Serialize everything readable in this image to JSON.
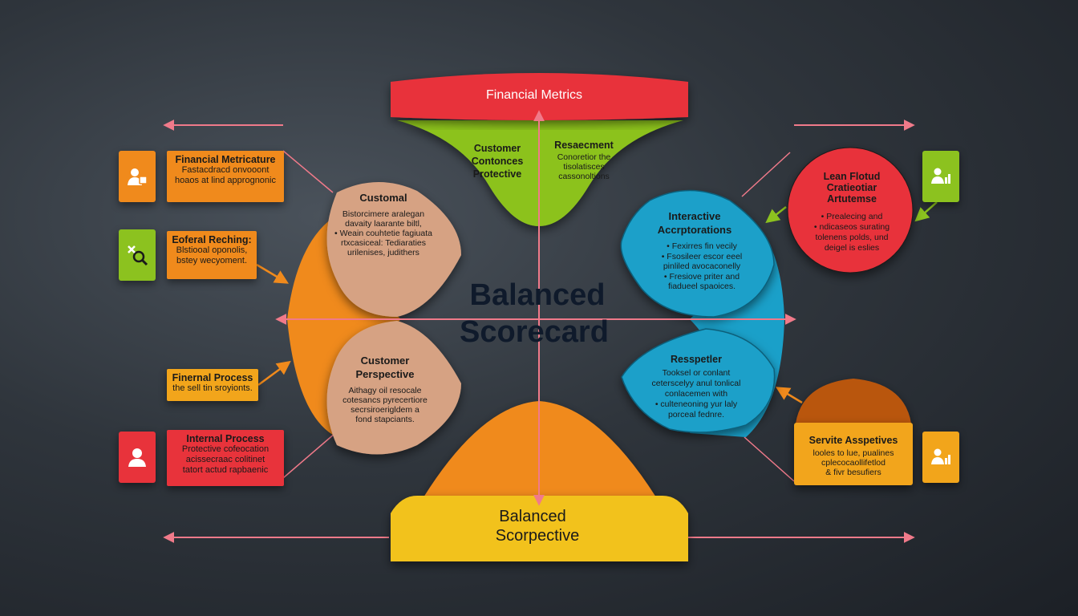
{
  "center": {
    "title_line1": "Balanced",
    "title_line2": "Scorecard"
  },
  "top_banner": {
    "title": "Financial Metrics",
    "left_text": [
      "Customer",
      "Contonces",
      "Protective"
    ],
    "right_text": [
      "Resaecment",
      "Conoretior the",
      "tisolatisces",
      "cassonoltions"
    ]
  },
  "bottom_banner": {
    "title_line1": "Balanced",
    "title_line2": "Scorpective"
  },
  "left_top_lobe": {
    "title": "Customal",
    "lines": [
      "Bistorcimere aralegan",
      "davaity laarante biltl,",
      "• Weain couhtetie fagiuata",
      "rtxcasiceal: Tediaraties",
      "urilenises, judithers"
    ]
  },
  "left_bottom_lobe": {
    "title_line1": "Customer",
    "title_line2": "Perspective",
    "lines": [
      "Aithagy oil resocale",
      "cotesancs pyrecertiore",
      "secrsiroerigldem a",
      "fond stapciants."
    ]
  },
  "right_top_lobe": {
    "title_line1": "Interactive",
    "title_line2": "Accrptorations",
    "bullets": [
      "• Fexirres fin vecily",
      "• Fsosileer escor eeel",
      "pinliled avocaconelly",
      "• Fresiove priter and",
      "fiadueel spaoices."
    ]
  },
  "right_bottom_lobe": {
    "title": "Resspetler",
    "lines": [
      "Tooksel or conlant",
      "ceterscelyy anul tonlical",
      "conlacemen with",
      "• culteneoning yur laly",
      "porceal fednre."
    ]
  },
  "red_circle": {
    "title_line1": "Lean Flotud",
    "title_line2": "Cratieotiar",
    "title_line3": "Artutemse",
    "lines": [
      "• Prealecing and",
      "• ndicaseos surating",
      "tolenens polds, und",
      "deigel is eslies"
    ]
  },
  "service_box": {
    "title": "Servite Asspetives",
    "lines": [
      "looles to lue, pualines",
      "cplecocaollifetlod",
      "& fivr besufiers"
    ]
  },
  "left_labels": [
    {
      "title": "Financial Metricature",
      "lines": [
        "Fastacdracd onvooont",
        "hoaos at lind apprognonic"
      ]
    },
    {
      "title": "Eoferal Reching:",
      "lines": [
        "Blstiooal oponolis,",
        "bstey wecyoment."
      ]
    },
    {
      "title": "Finernal Process",
      "lines": [
        "the sell tin sroyionts."
      ]
    },
    {
      "title": "Internal Process",
      "lines": [
        "Protective cofeocation",
        "acissecraac colitinet",
        "tatort actud rapbaenic"
      ]
    }
  ],
  "icons": [
    "user-gear-icon",
    "magnifier-tools-icon",
    "user-icon",
    "users-chart-icon",
    "user-chart-icon"
  ],
  "colors": {
    "red": "#e8333b",
    "green": "#8cc21f",
    "orange": "#f08a1c",
    "yellow": "#f2c21b",
    "tan": "#d6a283",
    "blue": "#1aa0c9",
    "brown": "#b9560f",
    "pink_line": "#f07a8a"
  }
}
